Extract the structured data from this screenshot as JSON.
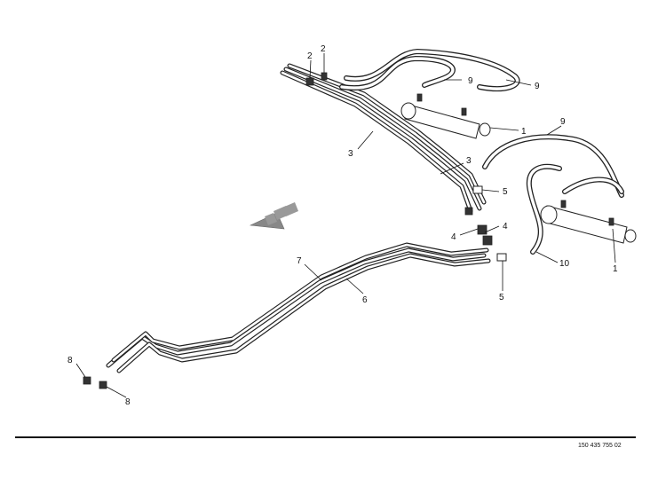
{
  "diagram": {
    "reference_code": "150 435 755 02",
    "callouts": {
      "c1a": "1",
      "c1b": "1",
      "c2a": "2",
      "c2b": "2",
      "c3a": "3",
      "c3b": "3",
      "c4a": "4",
      "c4b": "4",
      "c5a": "5",
      "c5b": "5",
      "c6": "6",
      "c7": "7",
      "c8a": "8",
      "c8b": "8",
      "c9a": "9",
      "c9b": "9",
      "c9c": "9",
      "c10": "10"
    }
  }
}
